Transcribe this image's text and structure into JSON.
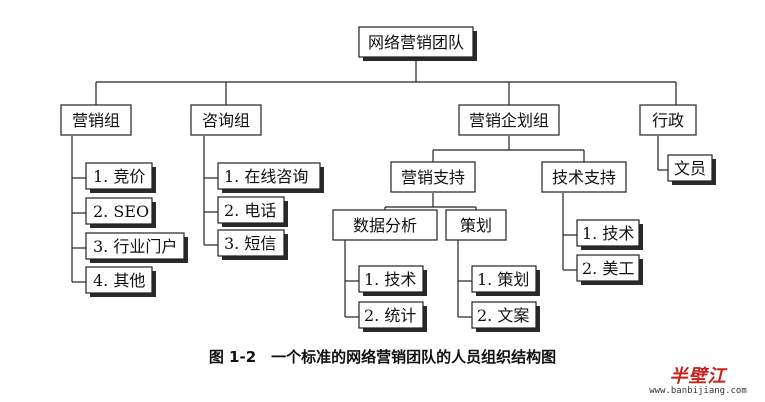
{
  "diagram": {
    "root": "网络营销团队",
    "l1": {
      "marketing": "营销组",
      "consulting": "咨询组",
      "planning": "营销企划组",
      "admin": "行政"
    },
    "marketing_items": [
      "1. 竞价",
      "2. SEO",
      "3. 行业门户",
      "4. 其他"
    ],
    "consulting_items": [
      "1. 在线咨询",
      "2. 电话",
      "3. 短信"
    ],
    "planning": {
      "marketing_support": "营销支持",
      "tech_support": "技术支持",
      "data_analysis": "数据分析",
      "strategy": "策划",
      "data_items": [
        "1. 技术",
        "2. 统计"
      ],
      "strategy_items": [
        "1. 策划",
        "2. 文案"
      ],
      "tech_items": [
        "1. 技术",
        "2. 美工"
      ]
    },
    "admin_items": [
      "文员"
    ]
  },
  "caption": "图 1-2　一个标准的网络营销团队的人员组织结构图",
  "watermark": {
    "logo": "半壁江",
    "url": "www.banbijiang.com"
  },
  "colors": {
    "line": "#222222",
    "box_fill": "#ffffff",
    "watermark": "#c8201a"
  }
}
